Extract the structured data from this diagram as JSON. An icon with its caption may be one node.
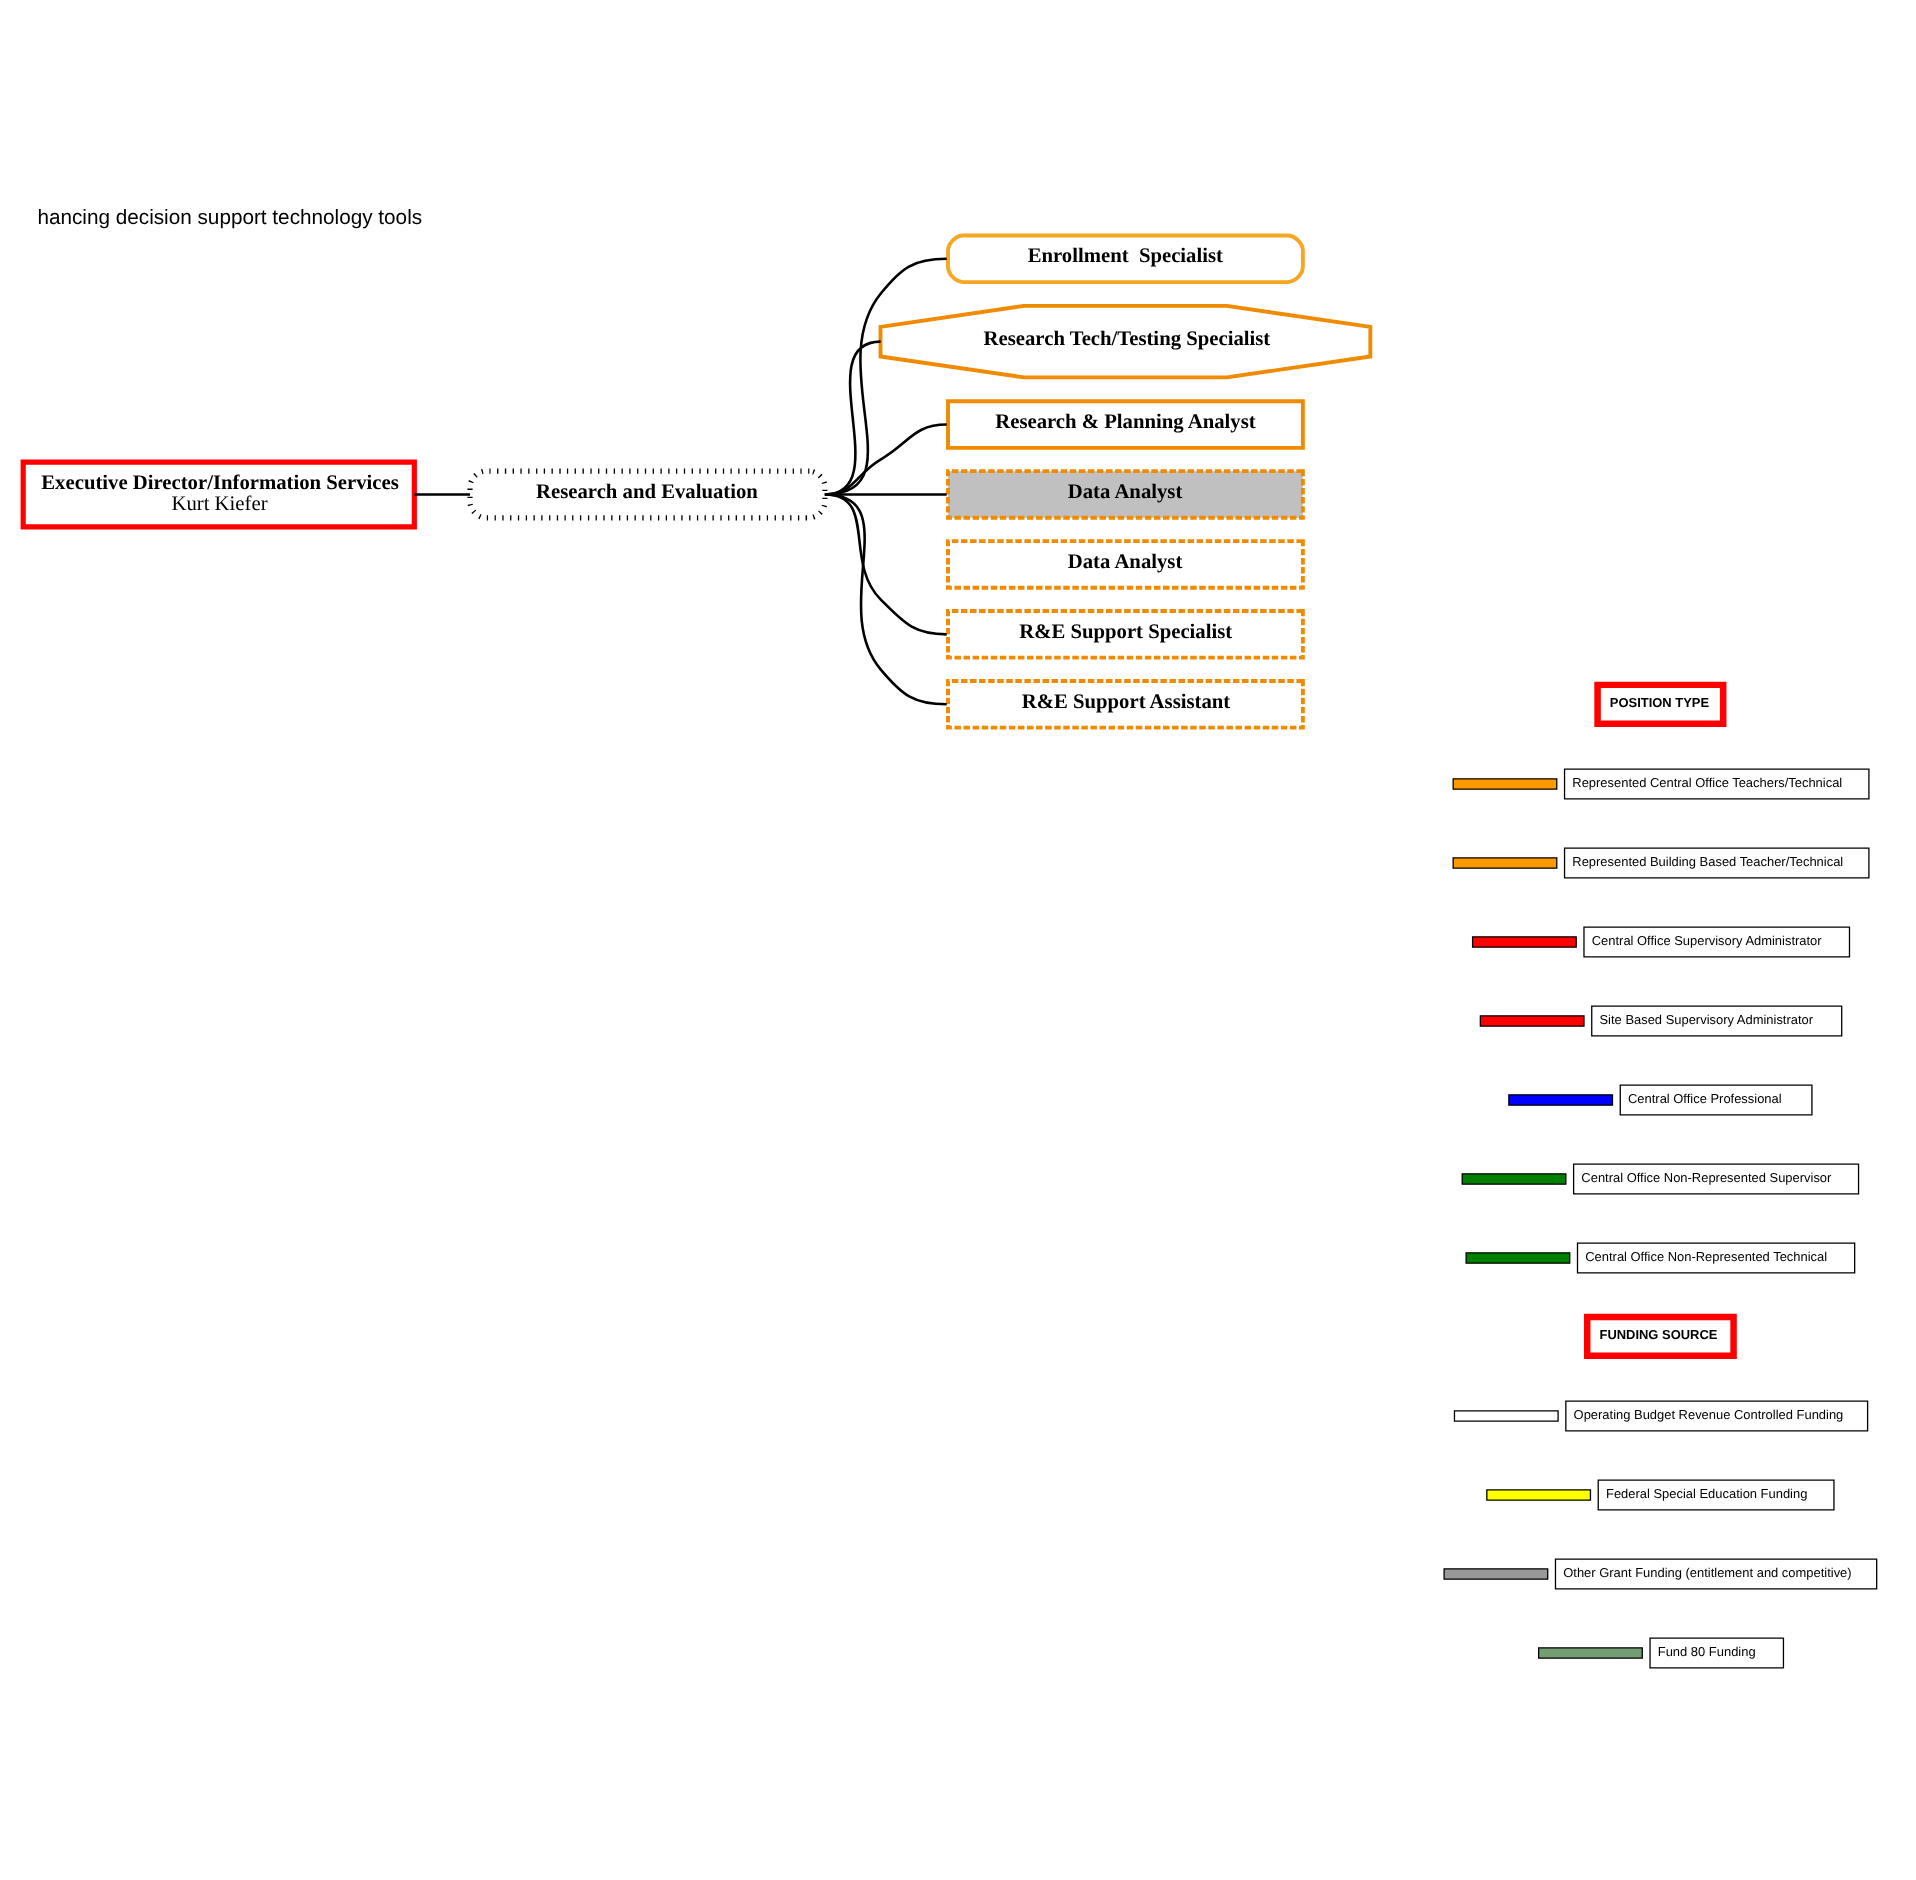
{
  "diagram": {
    "title": "hancing decision support technology tools",
    "nodes": [
      {
        "text": [
          "Executive Director/Information Services",
          "Kurt Kiefer"
        ]
      },
      {
        "text": [
          "Research and Evaluation"
        ]
      },
      {
        "text": [
          "Enrollment  Specialist"
        ]
      },
      {
        "text": [
          "Research Tech/Testing Specialist"
        ]
      },
      {
        "text": [
          "Research & Planning Analyst"
        ]
      },
      {
        "text": [
          "Data Analyst"
        ]
      },
      {
        "text": [
          "Data Analyst"
        ]
      },
      {
        "text": [
          "R&E Support Specialist"
        ]
      },
      {
        "text": [
          "R&E Support Assistant"
        ]
      }
    ],
    "edges": [
      {
        "from": 0,
        "to": 1,
        "arrow": "none"
      },
      {
        "from": 1,
        "to": 2,
        "arrow": "none"
      },
      {
        "from": 1,
        "to": 3,
        "arrow": "none"
      },
      {
        "from": 1,
        "to": 4,
        "arrow": "none"
      },
      {
        "from": 1,
        "to": 5,
        "arrow": "none"
      },
      {
        "from": 1,
        "to": 7,
        "arrow": "none"
      },
      {
        "from": 1,
        "to": 8,
        "arrow": "none"
      }
    ],
    "labels": [
      "POSITION TYPE",
      "FUNDING SOURCE"
    ],
    "legend": [
      {
        "text": "Represented Central Office Teachers/Technical",
        "color": "#ff9900"
      },
      {
        "text": "Represented Building Based Teacher/Technical",
        "color": "#ff9900"
      },
      {
        "text": "Central Office Supervisory Administrator",
        "color": "#ff0000"
      },
      {
        "text": "Site Based Supervisory Administrator",
        "color": "#ff0000"
      },
      {
        "text": "Central Office Professional",
        "color": "#0000ff"
      },
      {
        "text": "Central Office Non-Represented Supervisor",
        "color": "#008000"
      },
      {
        "text": "Central Office Non-Represented Technical",
        "color": "#008000"
      },
      {
        "text": "Operating Budget Revenue Controlled Funding",
        "color": "#ffffff"
      },
      {
        "text": "Federal Special Education Funding",
        "color": "#ffff00"
      },
      {
        "text": "Other Grant Funding (entitlement and competitive)",
        "color": "#999999"
      },
      {
        "text": "Fund 80 Funding",
        "color": "#739e73"
      }
    ]
  }
}
